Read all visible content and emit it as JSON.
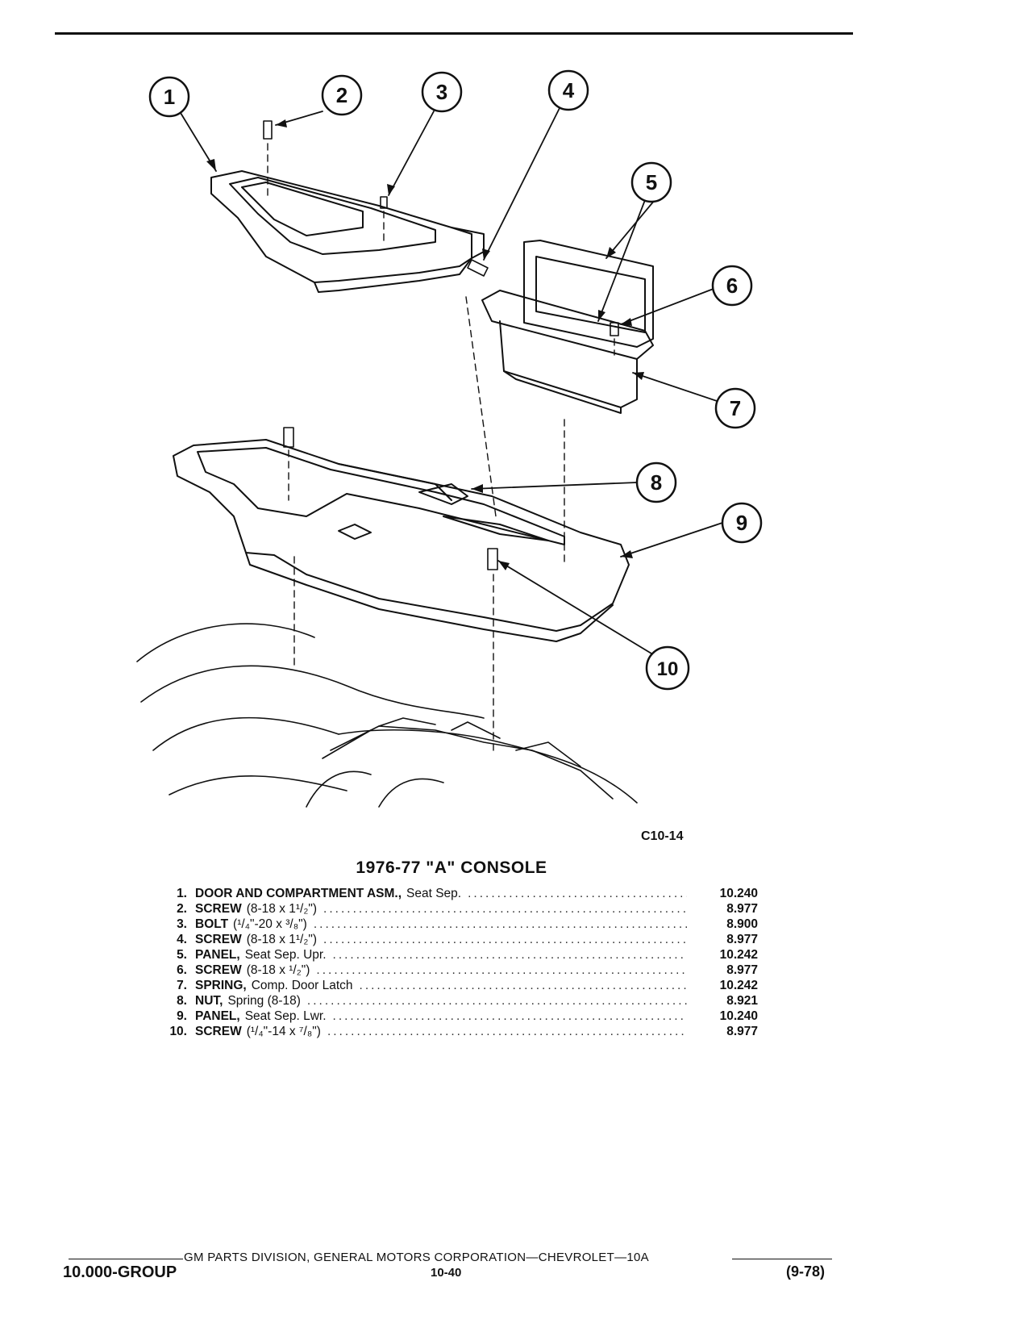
{
  "figure": {
    "code": "C10-14",
    "title": "1976-77 \"A\" CONSOLE",
    "callouts": [
      "1",
      "2",
      "3",
      "4",
      "5",
      "6",
      "7",
      "8",
      "9",
      "10"
    ]
  },
  "parts": [
    {
      "num": "1.",
      "name": "DOOR AND COMPARTMENT ASM.,",
      "desc": "Seat Sep.",
      "group": "10.240"
    },
    {
      "num": "2.",
      "name": "SCREW",
      "desc": "(8-18 x 1¹/₂\")",
      "group": "8.977"
    },
    {
      "num": "3.",
      "name": "BOLT",
      "desc": "(¹/₄\"-20 x ³/₈\")",
      "group": "8.900"
    },
    {
      "num": "4.",
      "name": "SCREW",
      "desc": "(8-18 x 1¹/₂\")",
      "group": "8.977"
    },
    {
      "num": "5.",
      "name": "PANEL,",
      "desc": "Seat Sep. Upr.",
      "group": "10.242"
    },
    {
      "num": "6.",
      "name": "SCREW",
      "desc": "(8-18 x ¹/₂\")",
      "group": "8.977"
    },
    {
      "num": "7.",
      "name": "SPRING,",
      "desc": "Comp. Door Latch",
      "group": "10.242"
    },
    {
      "num": "8.",
      "name": "NUT,",
      "desc": "Spring (8-18)",
      "group": "8.921"
    },
    {
      "num": "9.",
      "name": "PANEL,",
      "desc": "Seat Sep. Lwr.",
      "group": "10.240"
    },
    {
      "num": "10.",
      "name": "SCREW",
      "desc": "(¹/₄\"-14 x ⁷/₈\")",
      "group": "8.977"
    }
  ],
  "footer": {
    "corporation": "GM PARTS DIVISION, GENERAL MOTORS CORPORATION—CHEVROLET—10A",
    "group": "10.000-GROUP",
    "page": "10-40",
    "date": "(9-78)"
  }
}
